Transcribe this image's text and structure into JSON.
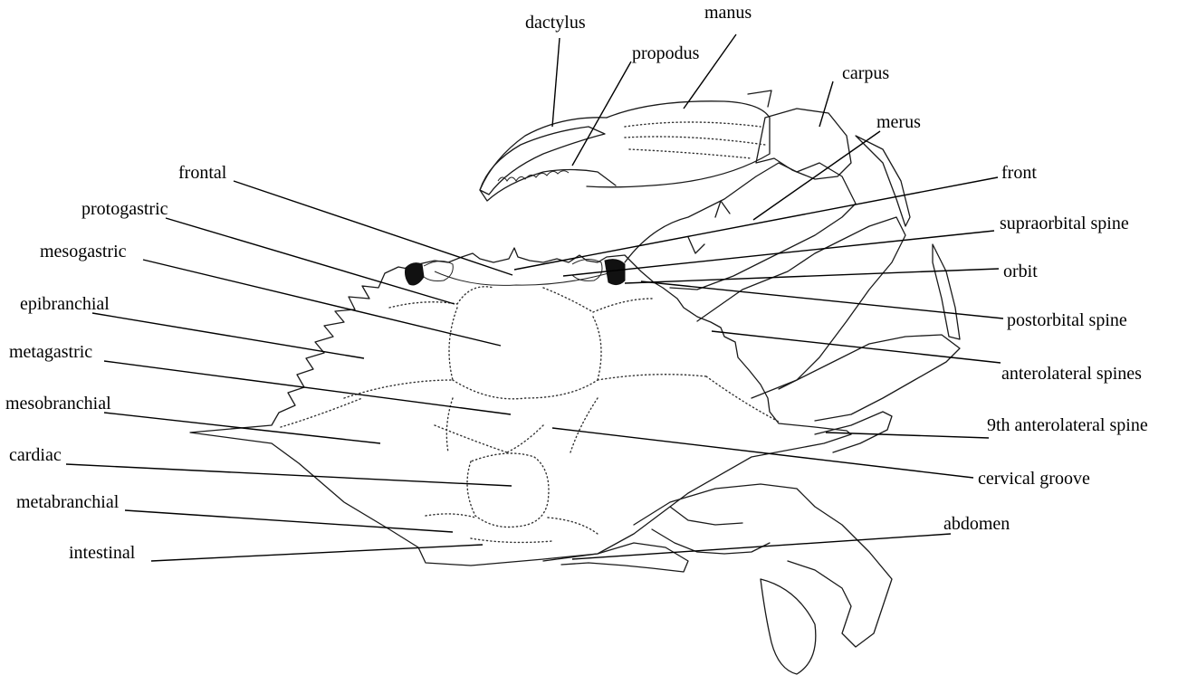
{
  "labels": {
    "dactylus": "dactylus",
    "manus": "manus",
    "propodus": "propodus",
    "carpus": "carpus",
    "merus": "merus",
    "frontal": "frontal",
    "front": "front",
    "protogastric": "protogastric",
    "supraorbital_spine": "supraorbital spine",
    "mesogastric": "mesogastric",
    "orbit": "orbit",
    "epibranchial": "epibranchial",
    "postorbital_spine": "postorbital spine",
    "metagastric": "metagastric",
    "anterolateral_spines": "anterolateral spines",
    "mesobranchial": "mesobranchial",
    "ninth_anterolateral_spine": "9th anterolateral spine",
    "cardiac": "cardiac",
    "cervical_groove": "cervical groove",
    "metabranchial": "metabranchial",
    "abdomen": "abdomen",
    "intestinal": "intestinal"
  }
}
